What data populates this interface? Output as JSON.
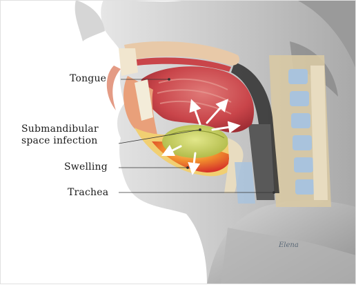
{
  "labels": {
    "tongue": "Tongue",
    "submandibular_line1": "Submandibular",
    "submandibular_line2": "space infection",
    "swelling": "Swelling",
    "trachea": "Trachea"
  },
  "signature": "Elena",
  "colors": {
    "skin_shade": "#bcbcbc",
    "tongue_muscle": "#c9454a",
    "fat_tissue": "#f1cf72",
    "infection": "#c9d25a",
    "swelling_red": "#e2402c",
    "vertebra_blue": "#a9c3dd",
    "bone": "#e8dcc0"
  }
}
